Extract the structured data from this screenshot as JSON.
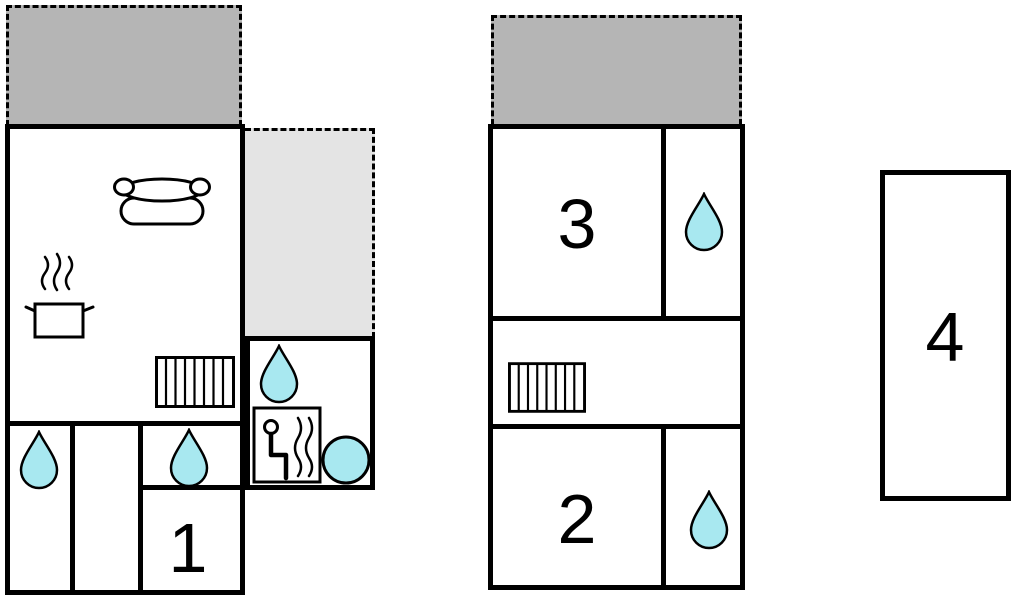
{
  "floorplan": {
    "colors": {
      "wall": "#000000",
      "water": "#a8e8f0",
      "terrace_dark": "#b5b5b5",
      "terrace_light": "#e4e4e4",
      "background": "#ffffff"
    },
    "rooms": {
      "room1": {
        "label": "1"
      },
      "room2": {
        "label": "2"
      },
      "room3": {
        "label": "3"
      },
      "room4": {
        "label": "4"
      }
    },
    "icons": {
      "sofa": "sofa-icon",
      "stove": "stove-pot-icon",
      "radiator": "radiator-icon",
      "water_drop": "water-drop-icon",
      "sauna": "sauna-icon",
      "basin": "washbasin-icon"
    }
  }
}
